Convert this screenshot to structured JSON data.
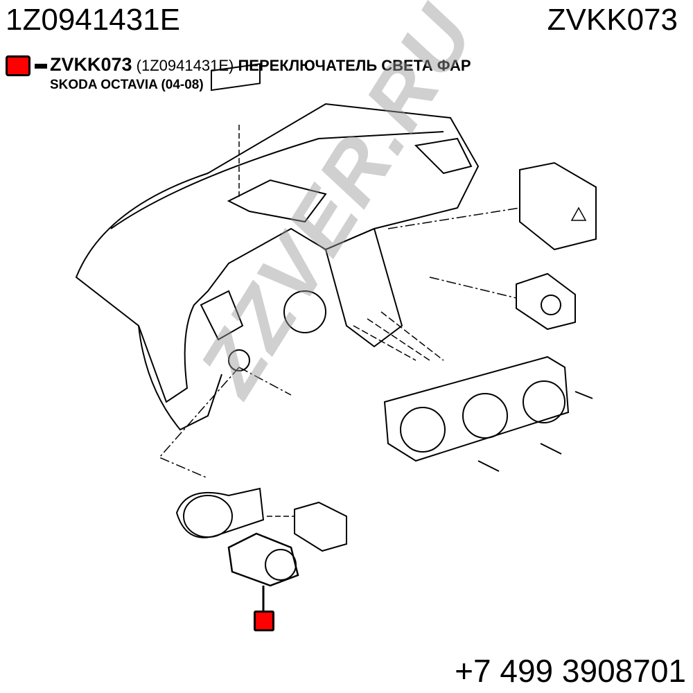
{
  "header": {
    "part_number_left": "1Z0941431E",
    "code_right": "ZVKK073"
  },
  "legend": {
    "code": "ZVKK073",
    "oem": "(1Z0941431E)",
    "title": "ПЕРЕКЛЮЧАТЕЛЬ СВЕТА ФАР",
    "vehicle": "SKODA OCTAVIA (04-08)",
    "marker_color": "#ff0000"
  },
  "watermark": "ZZVER.RU",
  "footer": {
    "phone": "+7 499 3908701"
  }
}
